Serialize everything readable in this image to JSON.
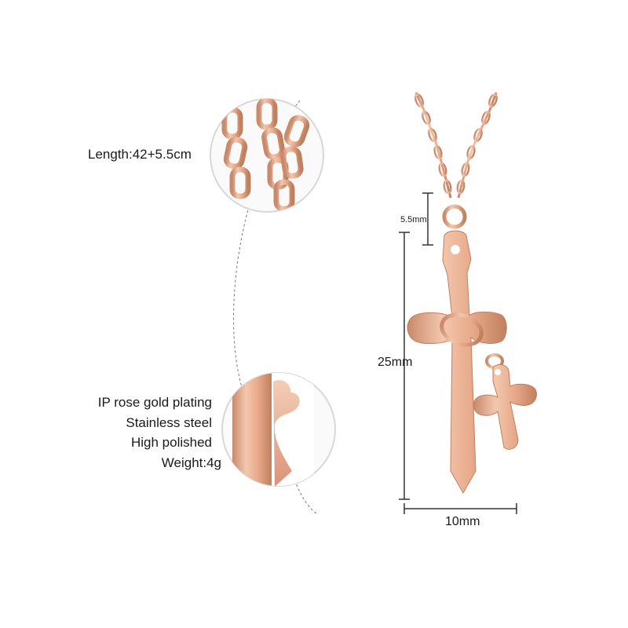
{
  "specs": {
    "length": "Length:42+5.5cm",
    "plating": "IP rose gold plating",
    "material": "Stainless steel",
    "finish": "High polished",
    "weight": "Weight:4g"
  },
  "dimensions": {
    "bail": "5.5mm",
    "height": "25mm",
    "width": "10mm"
  },
  "colors": {
    "rose_gold": "#e7a98a",
    "rose_gold_dark": "#b9785b",
    "rose_gold_light": "#f6d2be",
    "line": "#555555"
  }
}
